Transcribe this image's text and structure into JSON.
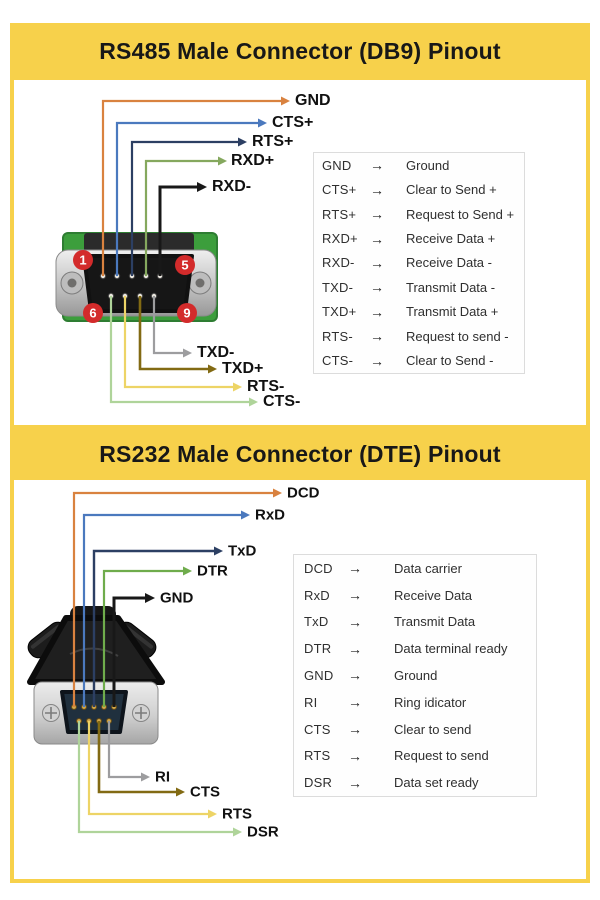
{
  "palette": {
    "banner_yellow": "#F7D14B",
    "orange": "#D9823F",
    "blue": "#4B79BE",
    "navy": "#2C3F63",
    "olive_green": "#85A85E",
    "green": "#6FAC4C",
    "black": "#181818",
    "gray": "#9D9D9F",
    "yellow": "#EDD466",
    "dark_yellow": "#826A13",
    "light_green": "#AFD49A",
    "badge_red": "#D32B2B",
    "pcb_green": "#3C9E3C",
    "insert_navy": "#20303E"
  },
  "rs485": {
    "title": "RS485 Male Connector (DB9) Pinout",
    "badges": [
      "1",
      "5",
      "6",
      "9"
    ],
    "wires": [
      {
        "name": "GND"
      },
      {
        "name": "CTS+"
      },
      {
        "name": "RTS+"
      },
      {
        "name": "RXD+"
      },
      {
        "name": "RXD-"
      },
      {
        "name": "TXD-"
      },
      {
        "name": "TXD+"
      },
      {
        "name": "RTS-"
      },
      {
        "name": "CTS-"
      }
    ],
    "table": {
      "arrow": "→",
      "rows": [
        {
          "signal": "GND",
          "desc": "Ground"
        },
        {
          "signal": "CTS+",
          "desc": "Clear to Send +"
        },
        {
          "signal": "RTS+",
          "desc": "Request to Send +"
        },
        {
          "signal": "RXD+",
          "desc": "Receive Data +"
        },
        {
          "signal": "RXD-",
          "desc": "Receive Data -"
        },
        {
          "signal": "TXD-",
          "desc": "Transmit Data -"
        },
        {
          "signal": "TXD+",
          "desc": "Transmit Data +"
        },
        {
          "signal": "RTS-",
          "desc": "Request to send -"
        },
        {
          "signal": "CTS-",
          "desc": "Clear to Send -"
        }
      ]
    }
  },
  "rs232": {
    "title": "RS232 Male Connector (DTE) Pinout",
    "wires": [
      {
        "name": "DCD"
      },
      {
        "name": "RxD"
      },
      {
        "name": "TxD"
      },
      {
        "name": "DTR"
      },
      {
        "name": "GND"
      },
      {
        "name": "RI"
      },
      {
        "name": "CTS"
      },
      {
        "name": "RTS"
      },
      {
        "name": "DSR"
      }
    ],
    "table": {
      "arrow": "→",
      "rows": [
        {
          "signal": "DCD",
          "desc": "Data carrier"
        },
        {
          "signal": "RxD",
          "desc": "Receive Data"
        },
        {
          "signal": "TxD",
          "desc": "Transmit Data"
        },
        {
          "signal": "DTR",
          "desc": "Data terminal ready"
        },
        {
          "signal": "GND",
          "desc": "Ground"
        },
        {
          "signal": "RI",
          "desc": "Ring idicator"
        },
        {
          "signal": "CTS",
          "desc": "Clear to send"
        },
        {
          "signal": "RTS",
          "desc": "Request to send"
        },
        {
          "signal": "DSR",
          "desc": "Data set ready"
        }
      ]
    }
  }
}
